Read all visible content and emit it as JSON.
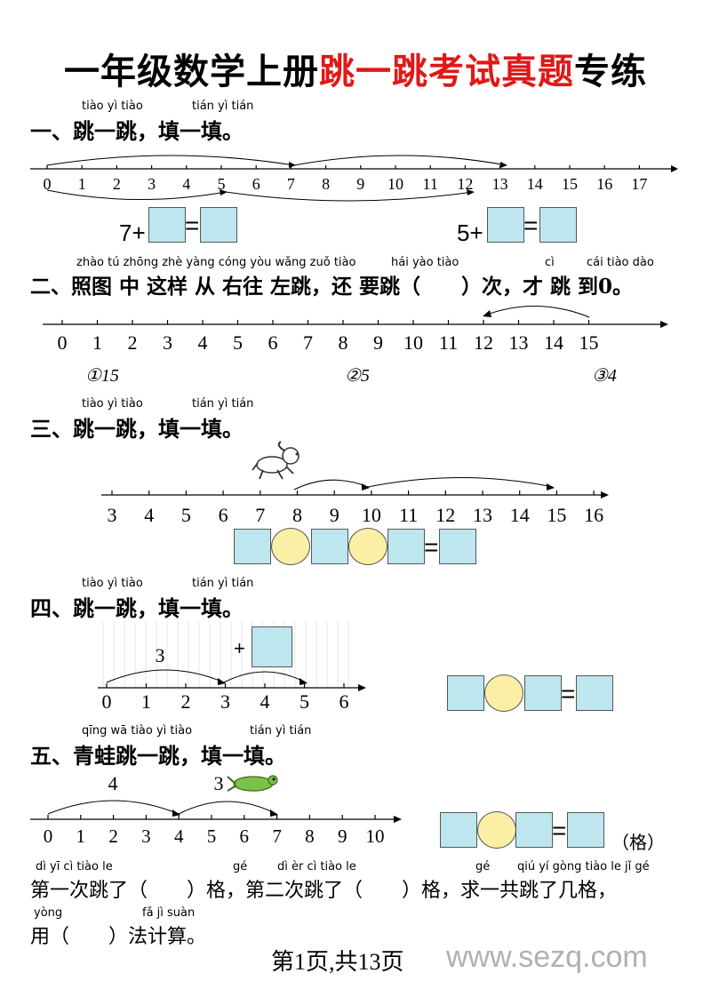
{
  "title": {
    "part1": "一年级数学上册",
    "part2": "跳一跳考试真题",
    "part3": "专练"
  },
  "s1": {
    "py1": "tiào yì tiào",
    "py2": "tián yì tián",
    "heading": "一、跳一跳，填一填。",
    "ticks": [
      "0",
      "1",
      "2",
      "3",
      "4",
      "5",
      "6",
      "7",
      "8",
      "9",
      "10",
      "11",
      "12",
      "13",
      "14",
      "15",
      "16",
      "17"
    ],
    "eq1_prefix": "7+",
    "eq2_prefix": "5+",
    "equals": "="
  },
  "s2": {
    "py1": "zhào tú zhōng zhè yàng cóng yòu wǎng zuǒ tiào",
    "py2": "hái yào tiào",
    "py3": "cì",
    "py4": "cái tiào dào",
    "heading": "二、照图 中 这样 从 右往 左跳，还 要跳（　　）次，才 跳 到0。",
    "ticks": [
      "0",
      "1",
      "2",
      "3",
      "4",
      "5",
      "6",
      "7",
      "8",
      "9",
      "10",
      "11",
      "12",
      "13",
      "14",
      "15"
    ],
    "options": [
      "①15",
      "②5",
      "③4"
    ]
  },
  "s3": {
    "py1": "tiào yì tiào",
    "py2": "tián yì tián",
    "heading": "三、跳一跳，填一填。",
    "ticks": [
      "3",
      "4",
      "5",
      "6",
      "7",
      "8",
      "9",
      "10",
      "11",
      "12",
      "13",
      "14",
      "15",
      "16"
    ],
    "equals": "="
  },
  "s4": {
    "py1": "tiào yì tiào",
    "py2": "tián yì tián",
    "heading": "四、跳一跳，填一填。",
    "ticks": [
      "0",
      "1",
      "2",
      "3",
      "4",
      "5",
      "6"
    ],
    "arc_label": "3",
    "plus": "+",
    "equals": "="
  },
  "s5": {
    "py1": "qīng wā tiào yì tiào",
    "py2": "tián yì tián",
    "heading": "五、青蛙跳一跳，填一填。",
    "ticks": [
      "0",
      "1",
      "2",
      "3",
      "4",
      "5",
      "6",
      "7",
      "8",
      "9",
      "10"
    ],
    "arc1_label": "4",
    "arc2_label": "3",
    "equals": "=",
    "unit": "（格）",
    "q_py1": "dì yī cì tiào le",
    "q_py2": "gé",
    "q_py3": "dì èr cì tiào le",
    "q_py4": "gé",
    "q_py5": "qiú yí gòng tiào le jǐ gé",
    "q_line1": "第一次跳了（　　）格，第二次跳了（　　）格，求一共跳了几格，",
    "q_py6": "yòng",
    "q_py7": "fǎ jì suàn",
    "q_line2": "用（　　）法计算。"
  },
  "footer": {
    "page": "第1页,共13页",
    "watermark": "www.sezq.com"
  }
}
